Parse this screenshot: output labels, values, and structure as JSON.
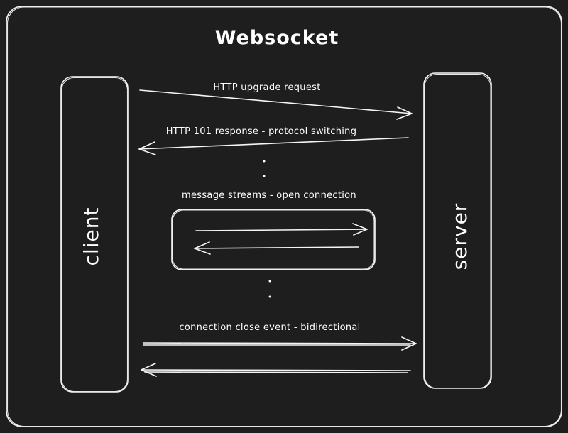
{
  "title": "Websocket",
  "client": {
    "label": "client"
  },
  "server": {
    "label": "server"
  },
  "messages": {
    "upgrade_request": "HTTP upgrade request",
    "switch_response": "HTTP 101 response - protocol switching",
    "streams": "message streams - open connection",
    "close_event": "connection close event - bidirectional"
  },
  "colors": {
    "background": "#1e1e1e",
    "canvas": "#121212",
    "stroke": "#f5f5f5"
  }
}
